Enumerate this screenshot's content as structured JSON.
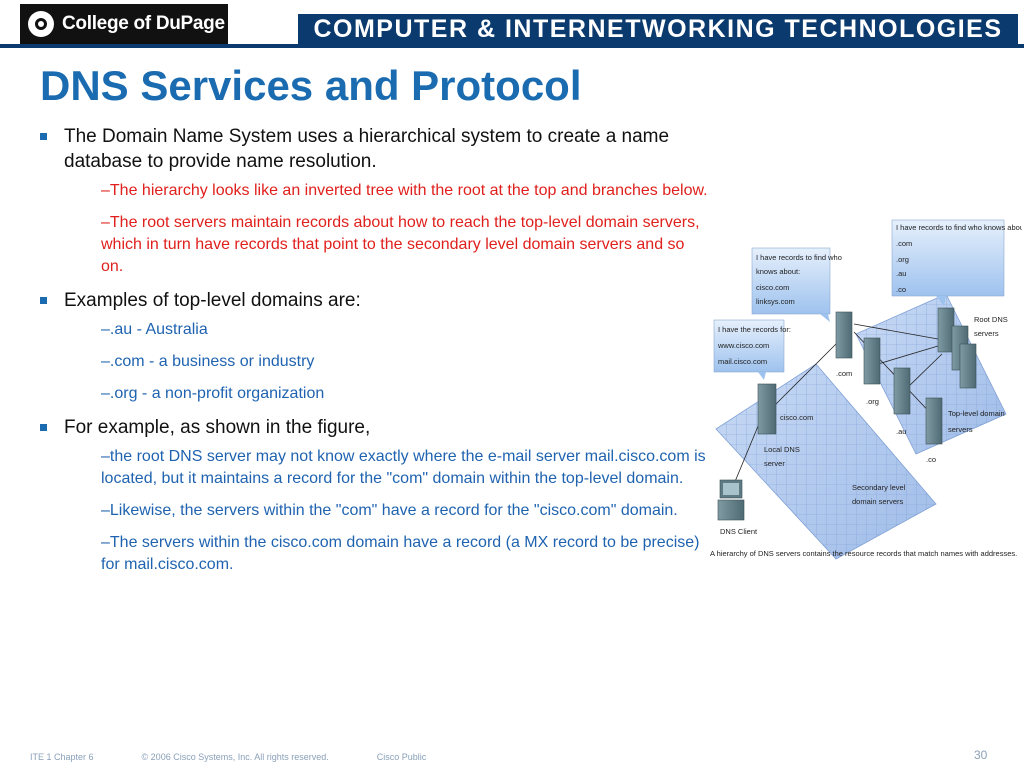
{
  "header": {
    "logo_text": "College of DuPage",
    "banner_text": "COMPUTER & INTERNETWORKING TECHNOLOGIES"
  },
  "title": "DNS Services and Protocol",
  "bullets": [
    {
      "text": "The Domain Name System uses a hierarchical system to create a name database to provide name resolution.",
      "subs": [
        "–The hierarchy looks like an inverted tree with the root at the top and branches below.",
        "–The root servers maintain records about how to reach the top-level domain servers, which in turn have records that point to the secondary level domain servers and so on."
      ]
    },
    {
      "text": "Examples of top-level domains are:",
      "subs": [
        "–.au - Australia",
        "–.com - a business or industry",
        "–.org - a non-profit organization"
      ]
    },
    {
      "text": "For example, as shown in the figure,",
      "subs": [
        "–the root DNS server may not know exactly where the e-mail server mail.cisco.com is located, but it maintains a record for the \"com\" domain within the top-level domain.",
        "–Likewise, the servers within the \"com\" have a record for the \"cisco.com\" domain.",
        "–The servers within the cisco.com domain have a record (a MX record to be precise) for mail.cisco.com."
      ]
    }
  ],
  "figure": {
    "root_callout": [
      "I have records to find who knows about:",
      ".com",
      ".org",
      ".au",
      ".co"
    ],
    "com_callout": [
      "I have records to find who",
      "knows about:",
      "cisco.com",
      "linksys.com"
    ],
    "local_callout": [
      "I have the records for:",
      "www.cisco.com",
      "mail.cisco.com"
    ],
    "labels": {
      "root_dns": "Root DNS",
      "root_servers": "servers",
      "top_level": "Top-level domain",
      "top_level_servers": "servers",
      "com": ".com",
      "org": ".org",
      "au": ".au",
      "co": ".co",
      "cisco": "cisco.com",
      "local_dns": "Local DNS",
      "local_server": "server",
      "secondary": "Secondary level",
      "secondary_servers": "domain  servers",
      "client": "DNS Client"
    },
    "caption": "A hierarchy of DNS servers contains the resource records that match names with addresses."
  },
  "footer": {
    "chapter": "ITE 1 Chapter 6",
    "copyright": "© 2006 Cisco Systems, Inc. All rights reserved.",
    "classification": "Cisco Public",
    "page": "30"
  },
  "colors": {
    "title": "#1a6bb0",
    "banner": "#0b3a6e",
    "red_text": "#e0201c",
    "blue_text": "#1f63b0"
  }
}
